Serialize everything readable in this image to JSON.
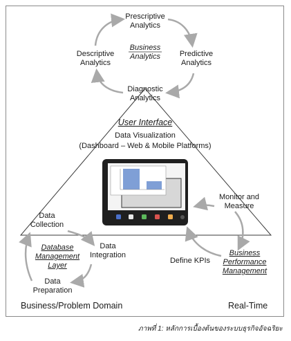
{
  "analytics_cycle": {
    "prescriptive": [
      "Prescriptive",
      "Analytics"
    ],
    "descriptive": [
      "Descriptive",
      "Analytics"
    ],
    "predictive": [
      "Predictive",
      "Analytics"
    ],
    "diagnostic": [
      "Diagnostic",
      "Analytics"
    ],
    "center": [
      "Business",
      "Analytics"
    ]
  },
  "interface": {
    "title": "User Interface",
    "line1": "Data Visualization",
    "line2": "(Dashboard – Web & Mobile Platforms)"
  },
  "left_cycle": {
    "collection": [
      "Data",
      "Collection"
    ],
    "integration": [
      "Data",
      "Integration"
    ],
    "preparation": [
      "Data",
      "Preparation"
    ],
    "layer": [
      "Database",
      "Management",
      "Layer"
    ]
  },
  "right_cycle": {
    "monitor": [
      "Monitor and",
      "Measure"
    ],
    "kpis": "Define KPIs",
    "bpm": [
      "Business",
      "Performance",
      "Management"
    ]
  },
  "corners": {
    "left": "Business/Problem Domain",
    "right": "Real-Time"
  },
  "caption": "ภาพที่ 1: หลักการเบื้องต้นของระบบธุรกิจอัจฉริยะ",
  "colors": {
    "arrow": "#a9a9a9",
    "triangle": "#3a3a3a",
    "bar": "#7f9fd6"
  }
}
